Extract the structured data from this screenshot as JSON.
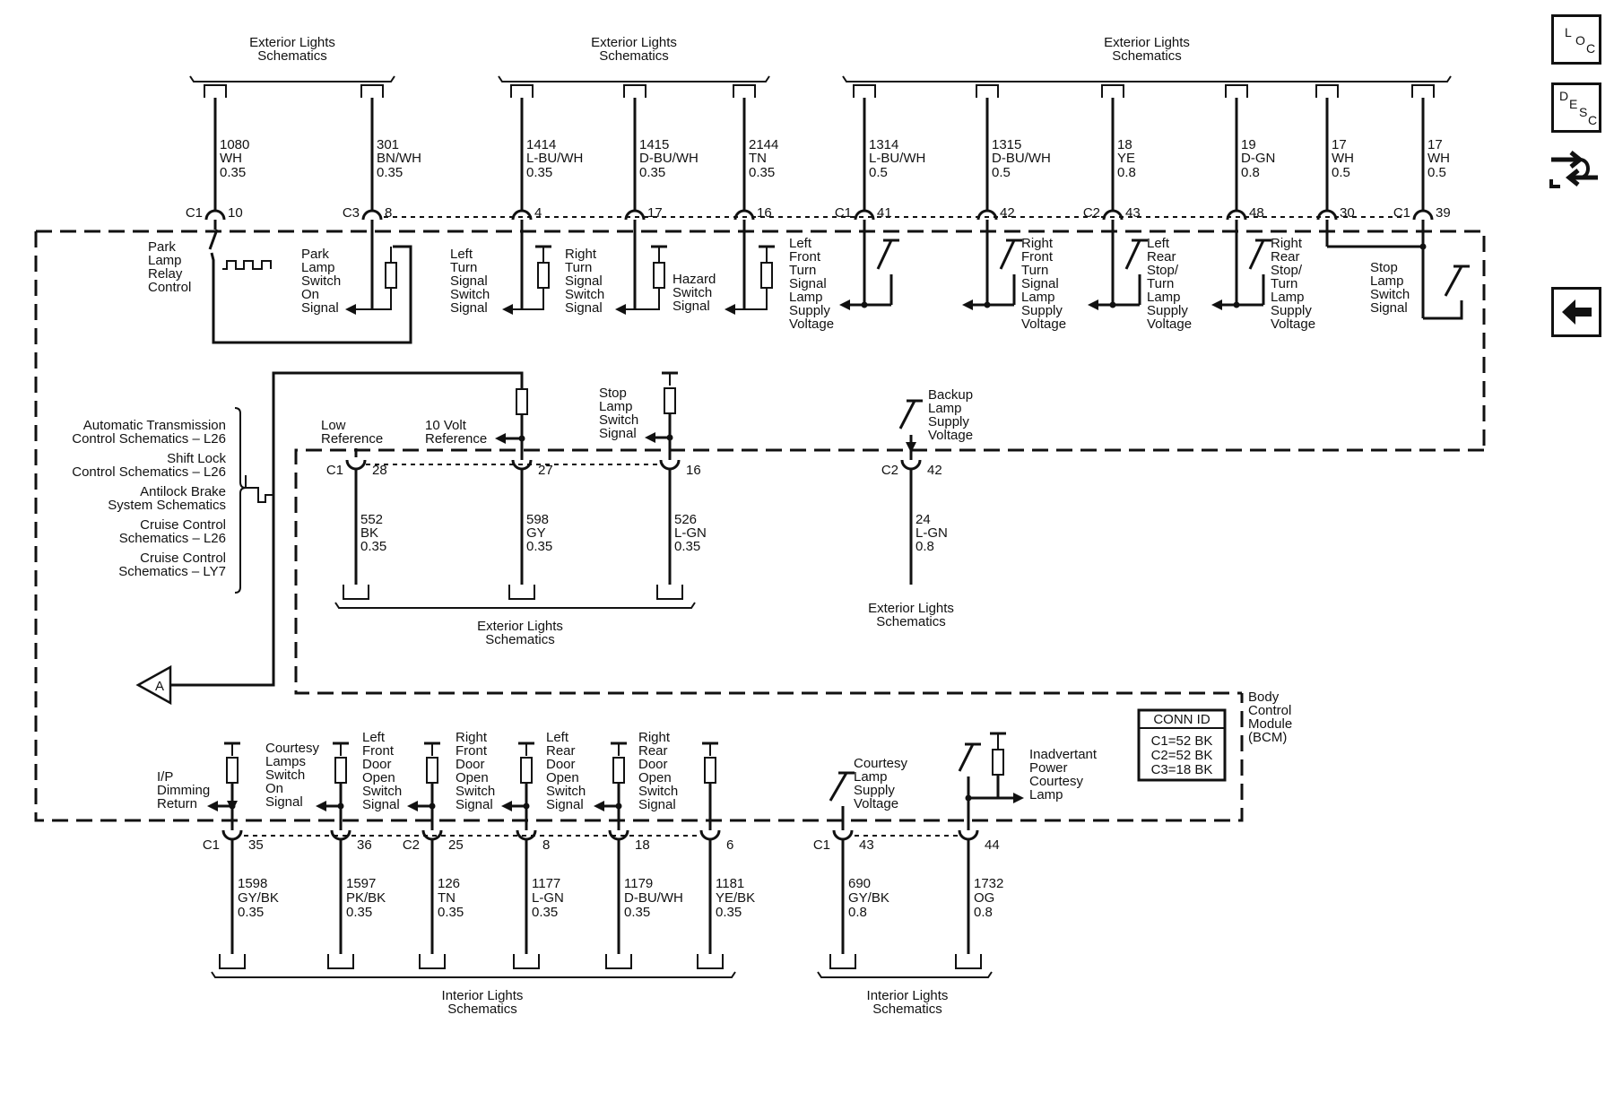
{
  "nav": {
    "loc": [
      "L",
      "O",
      "C"
    ],
    "desc": [
      "D",
      "E",
      "S",
      "C"
    ]
  },
  "module": {
    "name": [
      "Body",
      "Control",
      "Module",
      "(BCM)"
    ],
    "conn_id_title": "CONN ID",
    "conn_ids": [
      "C1=52 BK",
      "C2=52 BK",
      "C3=18 BK"
    ]
  },
  "groups": {
    "top_left": [
      "Exterior Lights",
      "Schematics"
    ],
    "top_mid": [
      "Exterior Lights",
      "Schematics"
    ],
    "top_right": [
      "Exterior Lights",
      "Schematics"
    ],
    "mid_left": [
      "Exterior Lights",
      "Schematics"
    ],
    "mid_right": [
      "Exterior Lights",
      "Schematics"
    ],
    "bot_left": [
      "Interior Lights",
      "Schematics"
    ],
    "bot_right": [
      "Interior Lights",
      "Schematics"
    ]
  },
  "top_wires": [
    {
      "conn": "C1",
      "pin": "10",
      "circuit": "1080",
      "color": "WH",
      "size": "0.35"
    },
    {
      "conn": "C3",
      "pin": "8",
      "circuit": "301",
      "color": "BN/WH",
      "size": "0.35"
    },
    {
      "conn": "",
      "pin": "4",
      "circuit": "1414",
      "color": "L-BU/WH",
      "size": "0.35"
    },
    {
      "conn": "",
      "pin": "17",
      "circuit": "1415",
      "color": "D-BU/WH",
      "size": "0.35"
    },
    {
      "conn": "",
      "pin": "16",
      "circuit": "2144",
      "color": "TN",
      "size": "0.35"
    },
    {
      "conn": "C1",
      "pin": "41",
      "circuit": "1314",
      "color": "L-BU/WH",
      "size": "0.5"
    },
    {
      "conn": "",
      "pin": "42",
      "circuit": "1315",
      "color": "D-BU/WH",
      "size": "0.5"
    },
    {
      "conn": "C2",
      "pin": "43",
      "circuit": "18",
      "color": "YE",
      "size": "0.8"
    },
    {
      "conn": "",
      "pin": "48",
      "circuit": "19",
      "color": "D-GN",
      "size": "0.8"
    },
    {
      "conn": "",
      "pin": "30",
      "circuit": "17",
      "color": "WH",
      "size": "0.5"
    },
    {
      "conn": "C1",
      "pin": "39",
      "circuit": "17",
      "color": "WH",
      "size": "0.5"
    }
  ],
  "top_labels": {
    "park_relay": [
      "Park",
      "Lamp",
      "Relay",
      "Control"
    ],
    "park_switch": [
      "Park",
      "Lamp",
      "Switch",
      "On",
      "Signal"
    ],
    "left_turn": [
      "Left",
      "Turn",
      "Signal",
      "Switch",
      "Signal"
    ],
    "right_turn": [
      "Right",
      "Turn",
      "Signal",
      "Switch",
      "Signal"
    ],
    "hazard": [
      "Hazard",
      "Switch",
      "Signal"
    ],
    "lf_turn": [
      "Left",
      "Front",
      "Turn",
      "Signal",
      "Lamp",
      "Supply",
      "Voltage"
    ],
    "rf_turn": [
      "Right",
      "Front",
      "Turn",
      "Signal",
      "Lamp",
      "Supply",
      "Voltage"
    ],
    "lr_turn": [
      "Left",
      "Rear",
      "Stop/",
      "Turn",
      "Lamp",
      "Supply",
      "Voltage"
    ],
    "rr_turn": [
      "Right",
      "Rear",
      "Stop/",
      "Turn",
      "Lamp",
      "Supply",
      "Voltage"
    ],
    "stop_switch": [
      "Stop",
      "Lamp",
      "Switch",
      "Signal"
    ]
  },
  "mid_wires": [
    {
      "conn": "C1",
      "pin": "28",
      "circuit": "552",
      "color": "BK",
      "size": "0.35"
    },
    {
      "conn": "",
      "pin": "27",
      "circuit": "598",
      "color": "GY",
      "size": "0.35"
    },
    {
      "conn": "",
      "pin": "16",
      "circuit": "526",
      "color": "L-GN",
      "size": "0.35"
    },
    {
      "conn": "C2",
      "pin": "42",
      "circuit": "24",
      "color": "L-GN",
      "size": "0.8"
    }
  ],
  "mid_labels": {
    "low_ref": [
      "Low",
      "Reference"
    ],
    "ten_volt": [
      "10 Volt",
      "Reference"
    ],
    "stop_switch": [
      "Stop",
      "Lamp",
      "Switch",
      "Signal"
    ],
    "backup": [
      "Backup",
      "Lamp",
      "Supply",
      "Voltage"
    ]
  },
  "references": [
    [
      "Automatic Transmission",
      "Control Schematics – L26"
    ],
    [
      "Shift Lock",
      "Control Schematics – L26"
    ],
    [
      "Antilock Brake",
      "System Schematics"
    ],
    [
      "Cruise Control",
      "Schematics – L26"
    ],
    [
      "Cruise Control",
      "Schematics – LY7"
    ]
  ],
  "offpage": "A",
  "bot_wires": [
    {
      "conn": "C1",
      "pin": "35",
      "circuit": "1598",
      "color": "GY/BK",
      "size": "0.35"
    },
    {
      "conn": "",
      "pin": "36",
      "circuit": "1597",
      "color": "PK/BK",
      "size": "0.35"
    },
    {
      "conn": "C2",
      "pin": "25",
      "circuit": "126",
      "color": "TN",
      "size": "0.35"
    },
    {
      "conn": "",
      "pin": "8",
      "circuit": "1177",
      "color": "L-GN",
      "size": "0.35"
    },
    {
      "conn": "",
      "pin": "18",
      "circuit": "1179",
      "color": "D-BU/WH",
      "size": "0.35"
    },
    {
      "conn": "",
      "pin": "6",
      "circuit": "1181",
      "color": "YE/BK",
      "size": "0.35"
    },
    {
      "conn": "C1",
      "pin": "43",
      "circuit": "690",
      "color": "GY/BK",
      "size": "0.8"
    },
    {
      "conn": "",
      "pin": "44",
      "circuit": "1732",
      "color": "OG",
      "size": "0.8"
    }
  ],
  "bot_labels": {
    "ip_dimming": [
      "I/P",
      "Dimming",
      "Return"
    ],
    "courtesy_switch": [
      "Courtesy",
      "Lamps",
      "Switch",
      "On",
      "Signal"
    ],
    "lf_door": [
      "Left",
      "Front",
      "Door",
      "Open",
      "Switch",
      "Signal"
    ],
    "rf_door": [
      "Right",
      "Front",
      "Door",
      "Open",
      "Switch",
      "Signal"
    ],
    "lr_door": [
      "Left",
      "Rear",
      "Door",
      "Open",
      "Switch",
      "Signal"
    ],
    "rr_door": [
      "Right",
      "Rear",
      "Door",
      "Open",
      "Switch",
      "Signal"
    ],
    "courtesy_supply": [
      "Courtesy",
      "Lamp",
      "Supply",
      "Voltage"
    ],
    "inadvertant": [
      "Inadvertant",
      "Power",
      "Courtesy",
      "Lamp"
    ]
  }
}
